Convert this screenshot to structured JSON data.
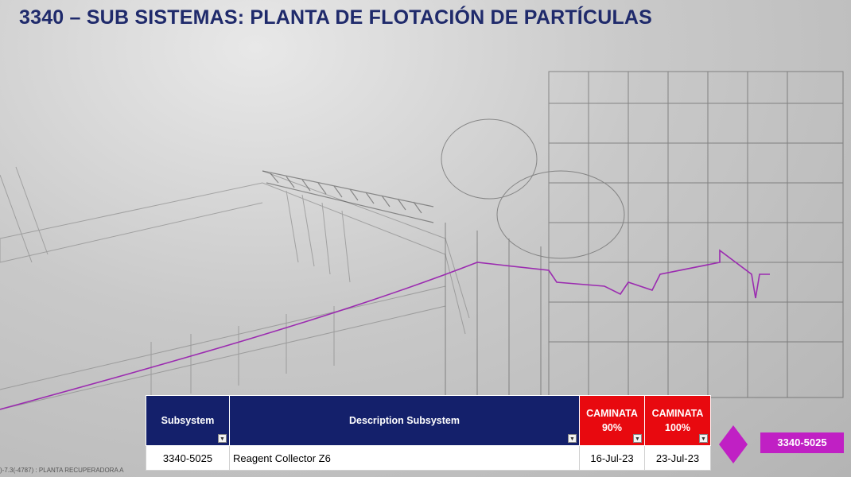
{
  "slide": {
    "title": "3340 – SUB SISTEMAS: PLANTA DE FLOTACIÓN DE PARTÍCULAS",
    "caption": ")-7.3(-4787) : PLANTA RECUPERADORA A"
  },
  "table": {
    "headers": {
      "subsystem": "Subsystem",
      "description": "Description Subsystem",
      "walk90_line1": "CAMINATA",
      "walk90_line2": "90%",
      "walk100_line1": "CAMINATA",
      "walk100_line2": "100%"
    },
    "rows": [
      {
        "subsystem": "3340-5025",
        "description": "Reagent Collector Z6",
        "walk90": "16-Jul-23",
        "walk100": "23-Jul-23"
      }
    ]
  },
  "badge": {
    "label": "3340-5025"
  },
  "colors": {
    "title": "#1f2a6b",
    "header_navy": "#14206b",
    "header_red": "#e8090f",
    "accent_magenta": "#c020c4",
    "cell_highlight": "#cfe6f7"
  },
  "icons": {
    "filter": "filter-dropdown-icon",
    "diamond": "diamond-marker-icon"
  }
}
